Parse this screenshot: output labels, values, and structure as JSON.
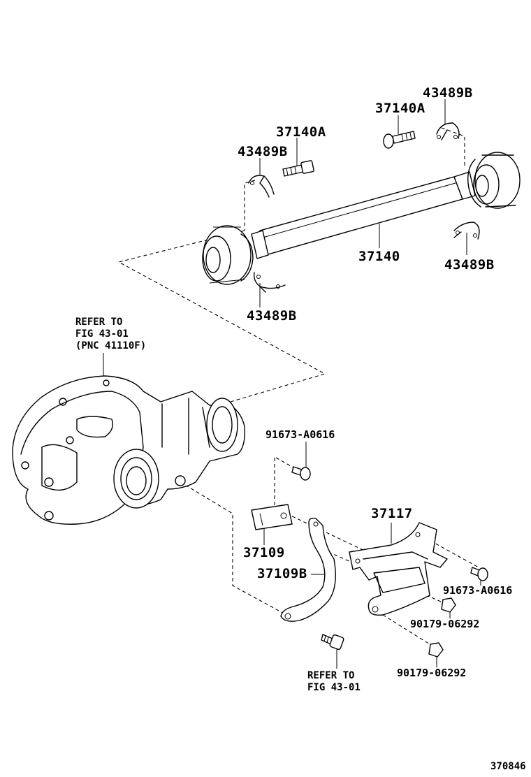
{
  "labels": {
    "upper_bolt_right": "37140A",
    "upper_clip_right": "43489B",
    "upper_bolt_left": "37140A",
    "upper_clip_left": "43489B",
    "shaft": "37140",
    "clip_mid_right": "43489B",
    "clip_bottom_left": "43489B",
    "bolt_bracket_top": "91673-A0616",
    "bracket_left": "37109",
    "bracket_lower": "37109B",
    "support": "37117",
    "bolt_support_right": "91673-A0616",
    "nut_upper": "90179-06292",
    "nut_lower": "90179-06292",
    "catalog_number": "370846"
  },
  "notes": {
    "refer_diff": "REFER TO\nFIG 43-01\n(PNC 41110F)",
    "refer_bolt": "REFER TO\nFIG 43-01"
  }
}
